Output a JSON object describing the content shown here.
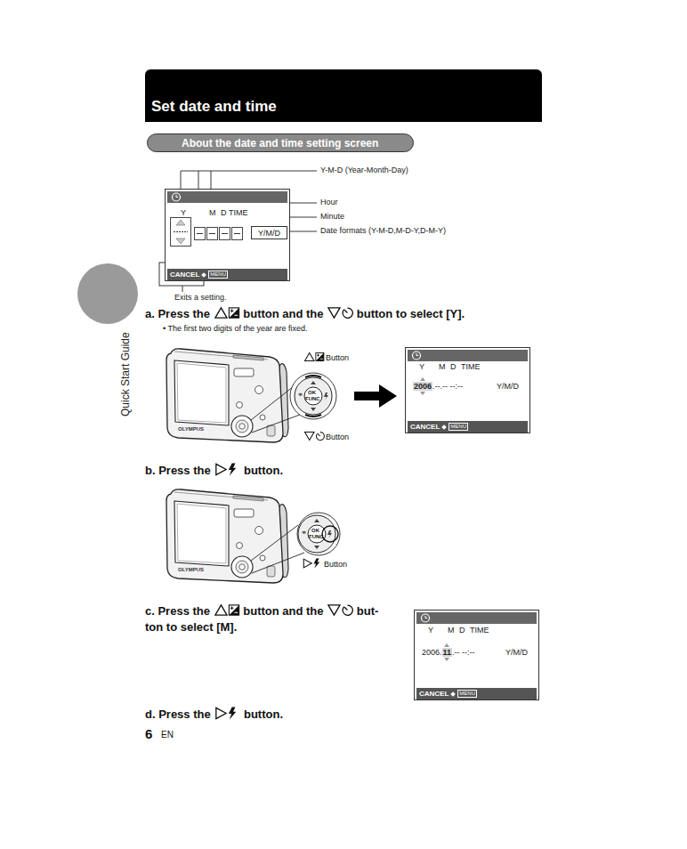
{
  "diagram": {
    "title": "Set date and time",
    "nodes": [
      {
        "text": [
          "Set date and time"
        ]
      },
      {
        "text": [
          "About the date and time setting screen"
        ]
      },
      {
        "text": [
          "Y",
          "M",
          "D",
          "TIME",
          "CANCEL",
          "MENU"
        ]
      },
      {
        "text": [
          "Y/M/D"
        ],
        "in": 2
      },
      {
        "text": [
          "Y",
          "M",
          "D",
          "TIME",
          "2006",
          ".--.-- --:--",
          "Y/M/D",
          "CANCEL",
          "MENU"
        ]
      },
      {
        "text": [
          "Y",
          "M",
          "D",
          "TIME",
          "2006.",
          "11",
          ".-- --:--",
          "Y/M/D",
          "CANCEL",
          "MENU"
        ]
      }
    ],
    "labels": [
      "Y-M-D (Year-Month-Day)",
      "Hour",
      "Minute",
      "Date formats (Y-M-D,M-D-Y,D-M-Y)",
      "Exits a setting.",
      "Quick Start Guide",
      "a. Press the",
      "button and the",
      "button to select [Y].",
      "• The first two digits of the year are fixed.",
      "Button",
      "Button",
      "b. Press the",
      "button.",
      "Button",
      "c. Press the",
      "button and the",
      "but-",
      "ton to select [M].",
      "d. Press the",
      "button.",
      "6",
      "EN",
      "OLYMPUS",
      "OK",
      "FUNC",
      "OLYMPUS",
      "OK",
      "FUNC"
    ]
  }
}
